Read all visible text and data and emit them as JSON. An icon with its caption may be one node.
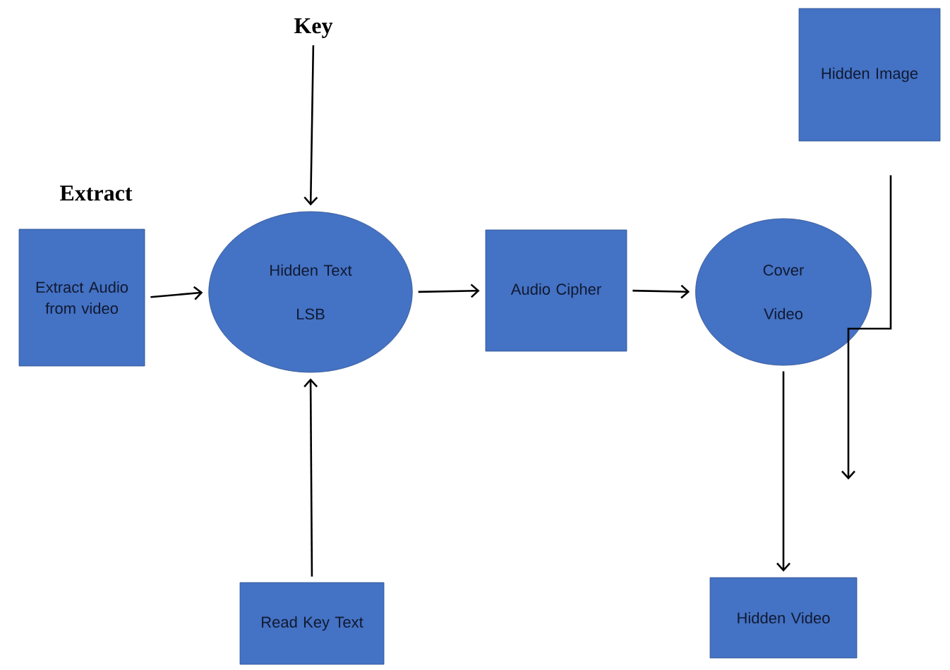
{
  "diagram": {
    "nodes": [
      {
        "text": [
          "Key"
        ]
      },
      {
        "text": [
          "Extract Audio from video"
        ]
      },
      {
        "text": [
          "Hidden Text",
          "LSB"
        ]
      },
      {
        "text": [
          "Audio Cipher"
        ]
      },
      {
        "text": [
          "Hidden Image"
        ]
      },
      {
        "text": [
          "Cover",
          "Video"
        ]
      },
      {
        "text": [
          "Read Key Text"
        ]
      },
      {
        "text": [
          "Hidden Video"
        ]
      }
    ],
    "edges": [
      {
        "from": 0,
        "to": 2,
        "arrow": "to"
      },
      {
        "from": 1,
        "to": 2,
        "arrow": "to"
      },
      {
        "from": 6,
        "to": 2,
        "arrow": "to"
      },
      {
        "from": 2,
        "to": 3,
        "arrow": "to"
      },
      {
        "from": 3,
        "to": 5,
        "arrow": "to"
      },
      {
        "from": 4,
        "to": null,
        "arrow": "to"
      },
      {
        "from": 5,
        "to": 7,
        "arrow": "to"
      }
    ],
    "labels": [
      "Extract"
    ]
  }
}
